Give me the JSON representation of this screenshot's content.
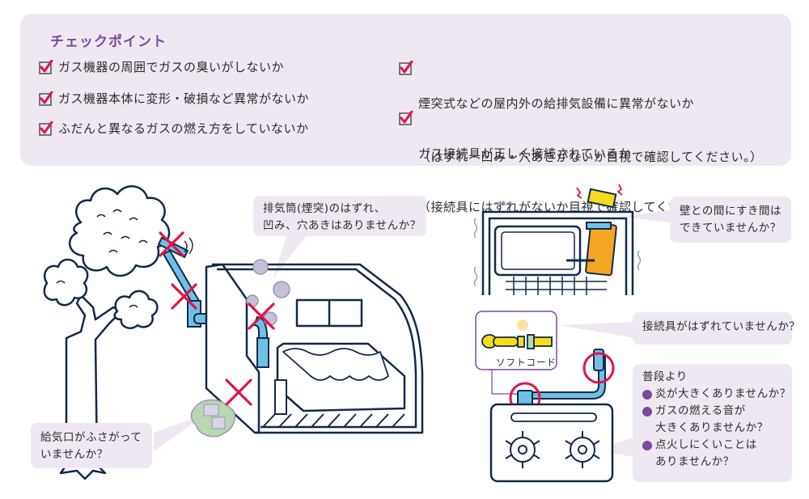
{
  "checkpoint": {
    "title": "チェックポイント",
    "left_items": [
      {
        "text": "ガス機器の周囲でガスの臭いがしないか"
      },
      {
        "text": "ガス機器本体に変形・破損など異常がないか"
      },
      {
        "text": "ふだんと異なるガスの燃え方をしていないか"
      }
    ],
    "right_items": [
      {
        "text": "煙突式などの屋内外の給排気設備に異常がないか",
        "note": "（はずれ・凹み・穴あきがないか目視で確認してください。）"
      },
      {
        "text": "ガス接続具が正しく接続されているか",
        "note": "（接続具にはずれがないか目視で確認してください。）"
      }
    ],
    "check_icon": "checkbox-checked-icon"
  },
  "callouts": {
    "chimney": {
      "lines": [
        "排気筒(煙突)のはずれ、",
        "凹み、穴あきはありませんか？"
      ]
    },
    "intake": {
      "lines": [
        "給気口がふさがって",
        "いませんか？"
      ]
    },
    "wall_gap": {
      "lines": [
        "壁との間にすき間は",
        "できていませんか？"
      ]
    },
    "connector": {
      "lines": [
        "接続具がはずれていませんか？"
      ]
    },
    "usual": {
      "heading": "普段より",
      "bullets": [
        {
          "lines": [
            "炎が大きくありませんか？"
          ]
        },
        {
          "lines": [
            "ガスの燃える音が",
            "大きくありませんか？"
          ]
        },
        {
          "lines": [
            "点火しにくいことは",
            "ありませんか？"
          ]
        }
      ]
    }
  },
  "illustration": {
    "soft_cord_label": "ソフトコード"
  },
  "colors": {
    "panel_bg": "#efe8f3",
    "accent_purple": "#7a4a9c",
    "check_red": "#e0144c",
    "outline_navy": "#13294b",
    "pipe_blue": "#6ec1e4",
    "heater_orange": "#f5a623",
    "connector_yellow": "#f7dc1e"
  }
}
